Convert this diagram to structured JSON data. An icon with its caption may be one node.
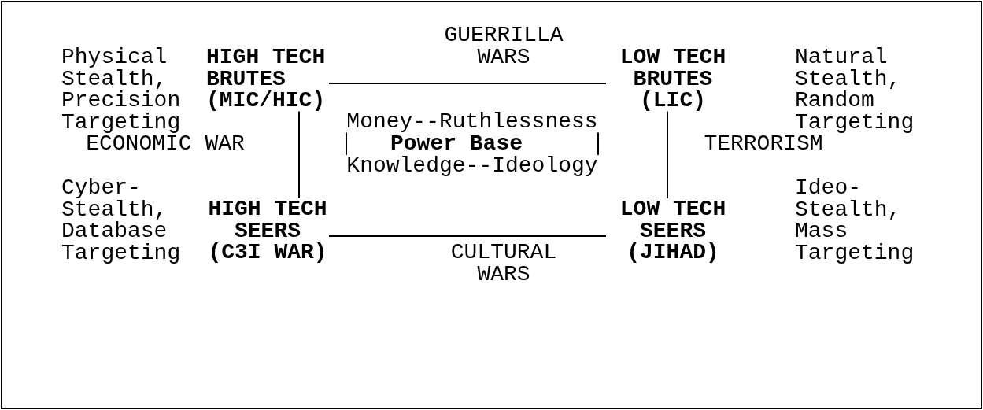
{
  "diagram": {
    "nodes": [
      {
        "text": [
          "HIGH TECH BRUTES (MIC/HIC)"
        ]
      },
      {
        "text": [
          "LOW TECH BRUTES (LIC)"
        ]
      },
      {
        "text": [
          "HIGH TECH SEERS (C3I WAR)"
        ]
      },
      {
        "text": [
          "LOW TECH SEERS (JIHAD)"
        ]
      },
      {
        "text": [
          "Money--Ruthlessness"
        ]
      },
      {
        "text": [
          "Knowledge--Ideology"
        ]
      }
    ],
    "edges": [
      {
        "from": 0,
        "to": 1,
        "arrow": "none",
        "label": "GUERRILLA WARS"
      },
      {
        "from": 0,
        "to": 2,
        "arrow": "none",
        "label": "ECONOMIC WAR"
      },
      {
        "from": 1,
        "to": 3,
        "arrow": "none",
        "label": "TERRORISM"
      },
      {
        "from": 2,
        "to": 3,
        "arrow": "none",
        "label": "CULTURAL WARS"
      },
      {
        "from": 4,
        "to": 5,
        "arrow": "none"
      },
      {
        "from": 4,
        "to": 5,
        "arrow": "none"
      }
    ],
    "labels": [
      "Physical Stealth, Precision Targeting",
      "Natural Stealth, Random Targeting",
      "Power Base",
      "Cyber- Stealth, Database Targeting",
      "Ideo- Stealth, Mass Targeting"
    ]
  }
}
